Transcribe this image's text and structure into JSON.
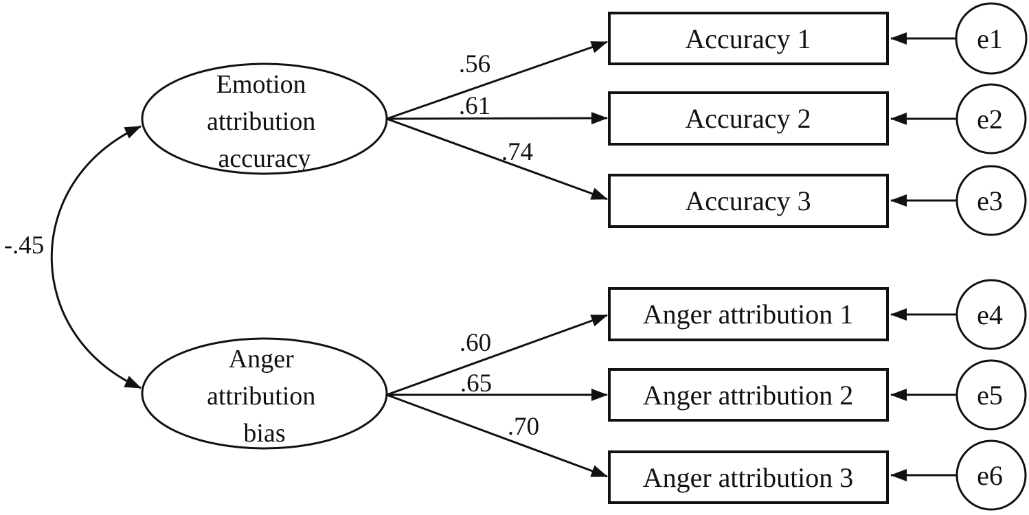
{
  "figure": {
    "type": "cfa-path-diagram",
    "factor_correlation": "-.45",
    "latent_factors": [
      {
        "name": "Emotion attribution accuracy",
        "label_lines": [
          "Emotion",
          "attribution",
          "accuracy"
        ],
        "indicators": [
          {
            "label": "Accuracy 1",
            "loading": ".56",
            "error": "e1"
          },
          {
            "label": "Accuracy 2",
            "loading": ".61",
            "error": "e2"
          },
          {
            "label": "Accuracy 3",
            "loading": ".74",
            "error": "e3"
          }
        ]
      },
      {
        "name": "Anger attribution bias",
        "label_lines": [
          "Anger",
          "attribution",
          "bias"
        ],
        "indicators": [
          {
            "label": "Anger attribution 1",
            "loading": ".60",
            "error": "e4"
          },
          {
            "label": "Anger attribution 2",
            "loading": ".65",
            "error": "e5"
          },
          {
            "label": "Anger attribution 3",
            "loading": ".70",
            "error": "e6"
          }
        ]
      }
    ]
  }
}
